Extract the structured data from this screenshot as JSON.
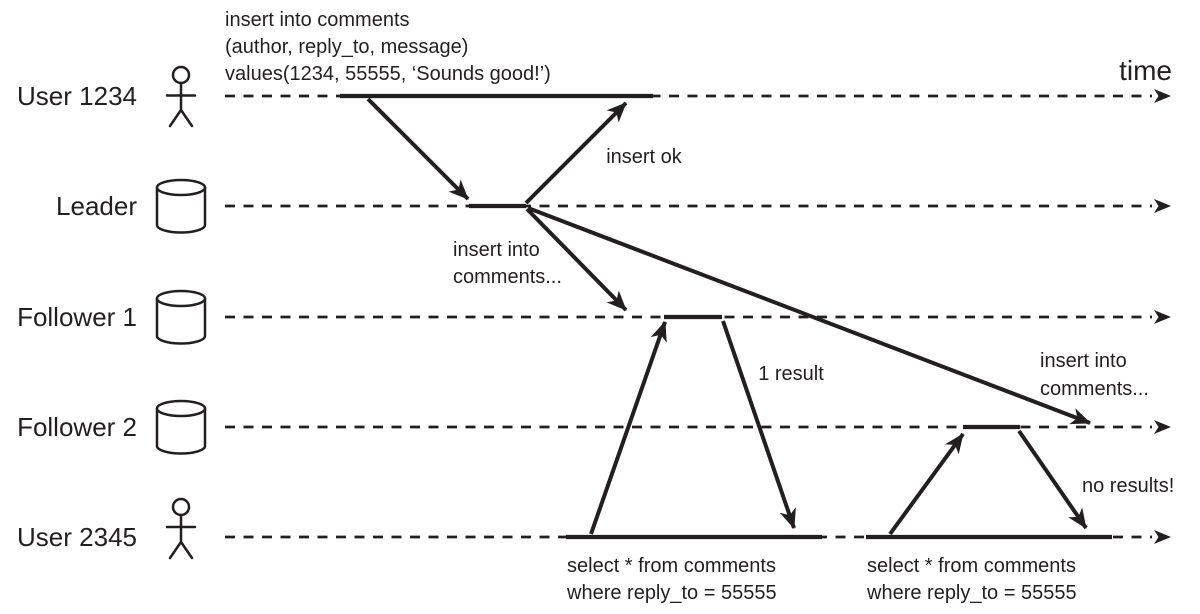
{
  "colors": {
    "ink": "#231f20",
    "background": "#ffffff"
  },
  "time_label": "time",
  "actors": [
    {
      "label": "User 1234",
      "icon": "person-icon"
    },
    {
      "label": "Leader",
      "icon": "database-icon"
    },
    {
      "label": "Follower 1",
      "icon": "database-icon"
    },
    {
      "label": "Follower 2",
      "icon": "database-icon"
    },
    {
      "label": "User 2345",
      "icon": "person-icon"
    }
  ],
  "messages": {
    "insert_statement": [
      "insert into comments",
      "(author, reply_to, message)",
      "values(1234, 55555, ‘Sounds good!’)"
    ],
    "insert_ok": "insert ok",
    "replicate_f1": [
      "insert into",
      "comments..."
    ],
    "replicate_f2": [
      "insert into",
      "comments..."
    ],
    "one_result": "1 result",
    "no_results": "no results!",
    "select_query_1": [
      "select * from comments",
      "where reply_to = 55555"
    ],
    "select_query_2": [
      "select * from comments",
      "where reply_to = 55555"
    ]
  }
}
